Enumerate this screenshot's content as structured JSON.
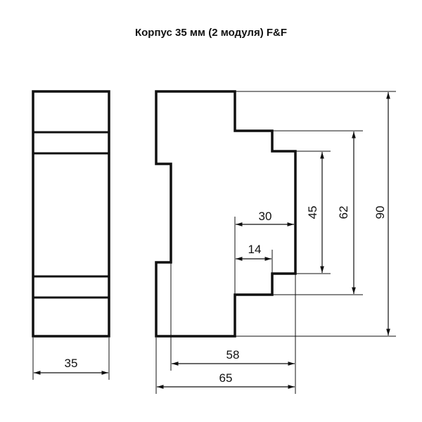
{
  "title": "Корпус 35 мм (2 модуля) F&F",
  "dimensions": {
    "width_front": "35",
    "depth_58": "58",
    "depth_65": "65",
    "height_90": "90",
    "height_62": "62",
    "height_45": "45",
    "step_30": "30",
    "step_14": "14"
  },
  "colors": {
    "line": "#111111",
    "background": "#ffffff"
  }
}
